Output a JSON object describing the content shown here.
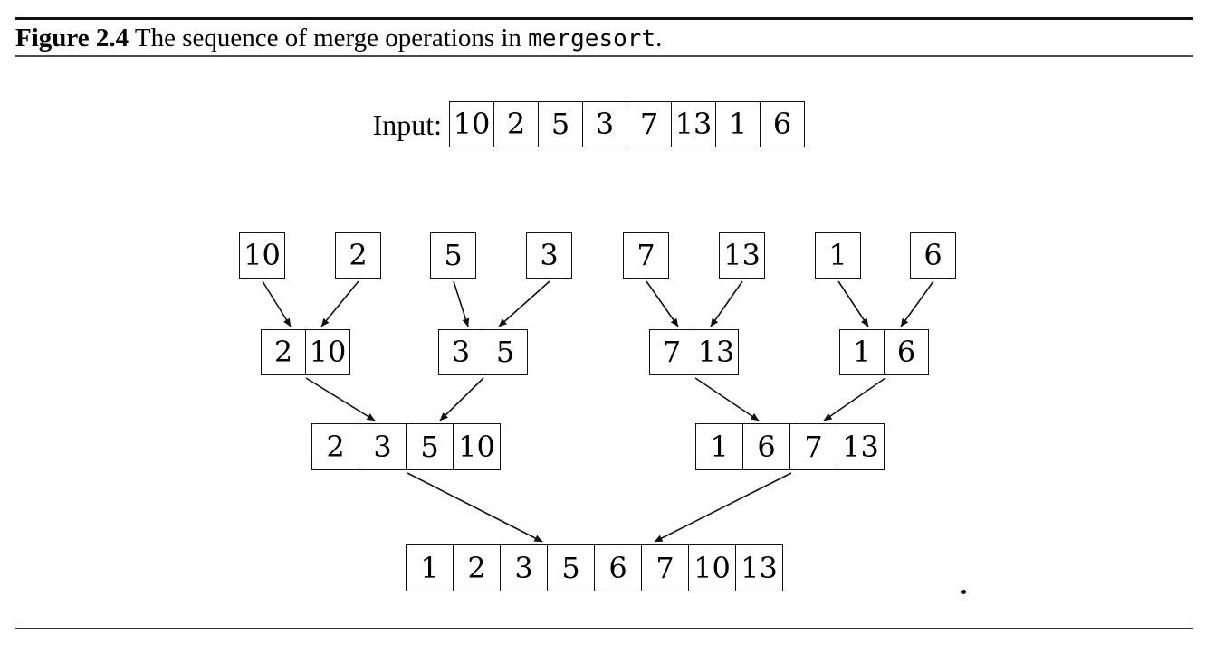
{
  "figure_header": {
    "label": "Figure 2.4",
    "caption": "The sequence of merge operations in",
    "code_term": "mergesort",
    "period": "."
  },
  "input_row": {
    "label": "Input:",
    "values": [
      "10",
      "2",
      "5",
      "3",
      "7",
      "13",
      "1",
      "6"
    ]
  },
  "merge_tree": {
    "level1": [
      [
        "10"
      ],
      [
        "2"
      ],
      [
        "5"
      ],
      [
        "3"
      ],
      [
        "7"
      ],
      [
        "13"
      ],
      [
        "1"
      ],
      [
        "6"
      ]
    ],
    "level2": [
      [
        "2",
        "10"
      ],
      [
        "3",
        "5"
      ],
      [
        "7",
        "13"
      ],
      [
        "1",
        "6"
      ]
    ],
    "level3": [
      [
        "2",
        "3",
        "5",
        "10"
      ],
      [
        "1",
        "6",
        "7",
        "13"
      ]
    ],
    "level4": [
      [
        "1",
        "2",
        "3",
        "5",
        "6",
        "7",
        "10",
        "13"
      ]
    ]
  },
  "stray_period": ".",
  "colors": {
    "ink": "#111111",
    "rule_gray": "#4a4a4a",
    "background": "#ffffff"
  }
}
